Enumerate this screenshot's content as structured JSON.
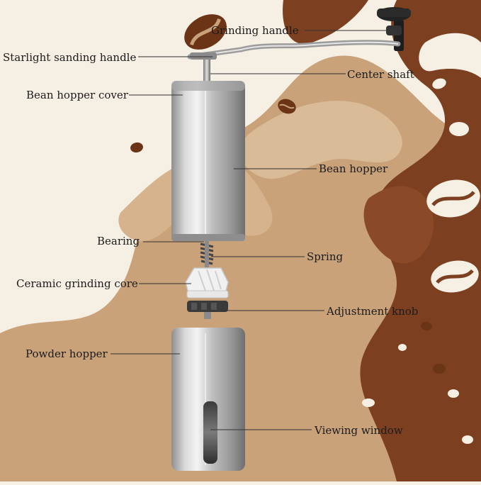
{
  "colors": {
    "background": "#f6efe4",
    "light_splash": "#c9a27a",
    "dark_splash": "#7c3f20",
    "bean": "#6b3416",
    "steel": "#bdbdbd",
    "leader_line": "#333333"
  },
  "labels": {
    "grinding_handle": "Grinding handle",
    "starlight_sanding_handle": "Starlight sanding handle",
    "center_shaft": "Center shaft",
    "bean_hopper_cover": "Bean hopper cover",
    "bean_hopper": "Bean hopper",
    "bearing": "Bearing",
    "spring": "Spring",
    "ceramic_grinding_core": "Ceramic grinding core",
    "adjustment_knob": "Adjustment knob",
    "powder_hopper": "Powder hopper",
    "viewing_window": "Viewing window"
  }
}
